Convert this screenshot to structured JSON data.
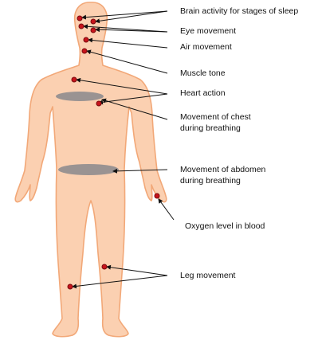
{
  "colors": {
    "skin_fill": "#fbd0b1",
    "skin_outline": "#f2a878",
    "sensor_fill": "#c8141c",
    "sensor_ring": "#7a0a0e",
    "belt_fill": "#9a9392",
    "pointer_line": "#111111",
    "label_text": "#111111"
  },
  "labels": {
    "brain_activity": "Brain activity for stages of sleep",
    "eye_movement": "Eye movement",
    "air_movement": "Air movement",
    "muscle_tone": "Muscle tone",
    "heart_action": "Heart action",
    "chest_line1": "Movement of chest",
    "chest_line2": "during breathing",
    "abdomen_line1": "Movement of abdomen",
    "abdomen_line2": "during breathing",
    "oxygen": "Oxygen level in blood",
    "leg_movement": "Leg movement"
  }
}
